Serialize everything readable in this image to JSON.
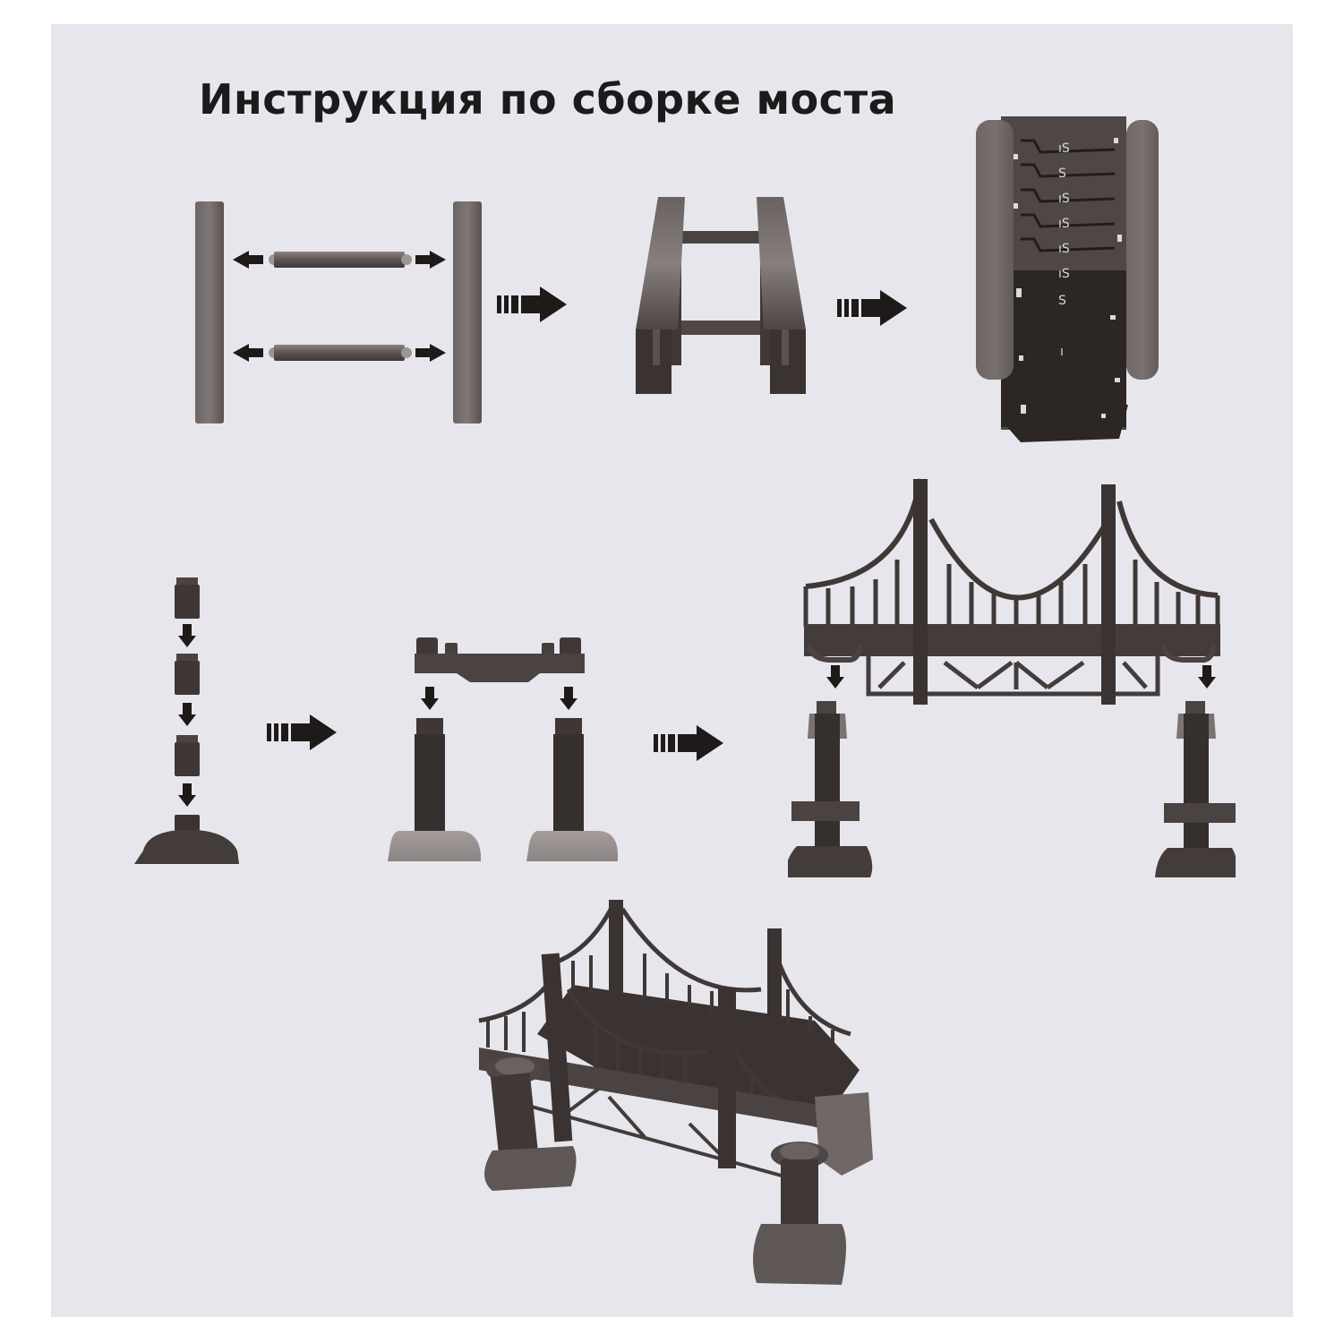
{
  "page": {
    "title": "Инструкция по сборке моста",
    "colors": {
      "paper": "#e7e6ec",
      "part_dark": "#3b3433",
      "part_mid": "#5a5150",
      "part_light": "#8a8280",
      "arrow": "#1f1a1a",
      "text": "#1c1a1b"
    }
  },
  "steps": [
    {
      "id": 1,
      "row": 1,
      "description": "two side rails with two cross bars connected by arrows",
      "icon": "rails-and-crossbars"
    },
    {
      "id": 2,
      "row": 1,
      "description": "assembled rail frame",
      "icon": "rail-frame"
    },
    {
      "id": 3,
      "row": 1,
      "description": "frame filled with track pieces",
      "icon": "track-deck"
    },
    {
      "id": 4,
      "row": 2,
      "description": "three cylinder segments stacked onto base",
      "icon": "pillar-segments"
    },
    {
      "id": 5,
      "row": 2,
      "description": "cross beam placed onto two pillars",
      "icon": "beam-on-pillars"
    },
    {
      "id": 6,
      "row": 2,
      "description": "suspension bridge side mounted onto pillars",
      "icon": "suspension-side-on-pillars"
    },
    {
      "id": 7,
      "row": 3,
      "description": "completed suspension bridge",
      "icon": "completed-bridge"
    }
  ],
  "arrows": [
    {
      "from": 1,
      "to": 2,
      "icon": "dashed-right-arrow"
    },
    {
      "from": 2,
      "to": 3,
      "icon": "dashed-right-arrow"
    },
    {
      "from": 4,
      "to": 5,
      "icon": "dashed-right-arrow"
    },
    {
      "from": 5,
      "to": 6,
      "icon": "dashed-right-arrow"
    }
  ]
}
